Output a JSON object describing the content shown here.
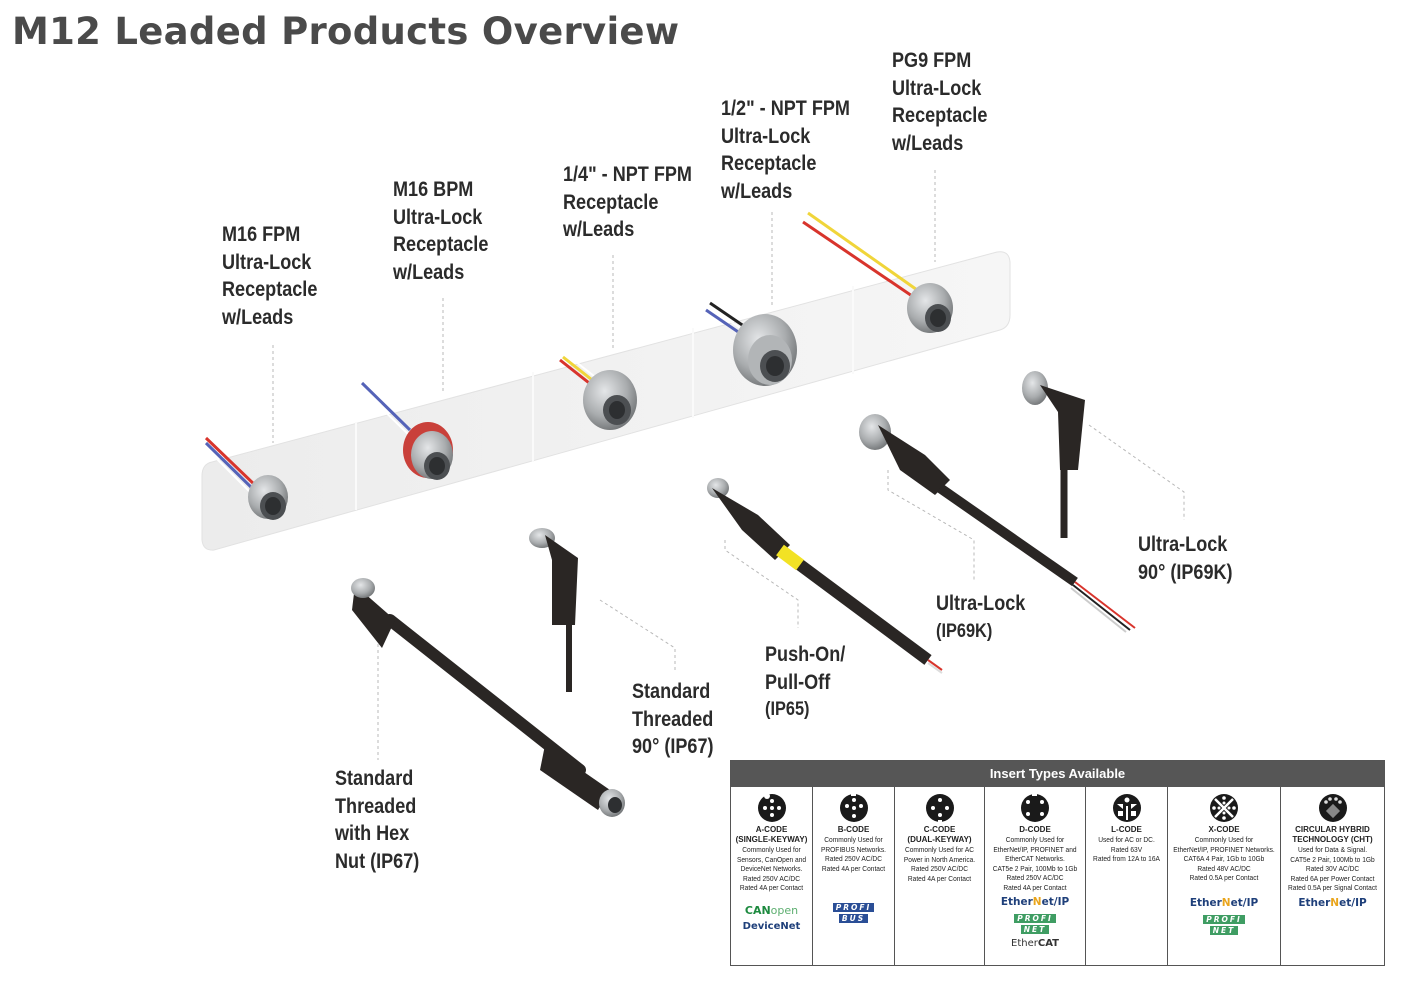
{
  "title": "M12 Leaded Products Overview",
  "receptacles": [
    {
      "lines": [
        "M16 FPM",
        "Ultra-Lock",
        "Receptacle",
        "w/Leads"
      ],
      "lead_colors": [
        "#d8342c",
        "#5563b8",
        "#ffffff"
      ]
    },
    {
      "lines": [
        "M16 BPM",
        "Ultra-Lock",
        "Receptacle",
        "w/Leads"
      ],
      "lead_colors": [
        "#5563b8",
        "#ffffff",
        "#8a8a8a"
      ]
    },
    {
      "lines": [
        "1/4\" - NPT FPM",
        "Receptacle",
        "w/Leads"
      ],
      "lead_colors": [
        "#d8342c",
        "#f0d53a",
        "#ffffff"
      ]
    },
    {
      "lines": [
        "1/2\" - NPT FPM",
        "Ultra-Lock",
        "Receptacle",
        "w/Leads"
      ],
      "lead_colors": [
        "#5563b8",
        "#222222",
        "#ffffff"
      ]
    },
    {
      "lines": [
        "PG9 FPM",
        "Ultra-Lock",
        "Receptacle",
        "w/Leads"
      ],
      "lead_colors": [
        "#d8342c",
        "#f0d53a"
      ]
    }
  ],
  "cables": [
    {
      "lines": [
        "Standard",
        "Threaded",
        "with Hex",
        "Nut (IP67)"
      ]
    },
    {
      "lines": [
        "Standard",
        "Threaded",
        "90° (IP67)"
      ]
    },
    {
      "lines": [
        "Push-On/",
        "Pull-Off",
        "(IP65)"
      ]
    },
    {
      "lines": [
        "Ultra-Lock",
        "(IP69K)"
      ]
    },
    {
      "lines": [
        "Ultra-Lock",
        "90° (IP69K)"
      ]
    }
  ],
  "insert_table": {
    "header": "Insert Types Available",
    "columns": [
      {
        "icon": "a-code-pin-icon",
        "name_lines": [
          "A-CODE",
          "(SINGLE-KEYWAY)"
        ],
        "desc": [
          "Commonly Used for",
          "Sensors, CanOpen and",
          "DeviceNet Networks.",
          "Rated 250V AC/DC",
          "Rated 4A per Contact"
        ],
        "logos": [
          "CANopen",
          "DeviceNet"
        ]
      },
      {
        "icon": "b-code-pin-icon",
        "name_lines": [
          "B-CODE"
        ],
        "desc": [
          "Commonly Used for",
          "PROFIBUS Networks.",
          "Rated 250V AC/DC",
          "Rated 4A per Contact"
        ],
        "logos": [
          "PROFIBUS"
        ]
      },
      {
        "icon": "c-code-pin-icon",
        "name_lines": [
          "C-CODE",
          "(DUAL-KEYWAY)"
        ],
        "desc": [
          "Commonly Used for AC",
          "Power in North America.",
          "Rated 250V AC/DC",
          "Rated 4A per Contact"
        ],
        "logos": []
      },
      {
        "icon": "d-code-pin-icon",
        "name_lines": [
          "D-CODE"
        ],
        "desc": [
          "Commonly Used for",
          "EtherNet/IP, PROFINET and",
          "EtherCAT Networks.",
          "CAT5e 2 Pair, 100Mb to 1Gb",
          "Rated 250V AC/DC",
          "Rated 4A per Contact"
        ],
        "logos": [
          "EtherNet/IP",
          "PROFINET",
          "EtherCAT"
        ]
      },
      {
        "icon": "l-code-pin-icon",
        "name_lines": [
          "L-CODE"
        ],
        "desc": [
          "Used for AC or DC.",
          "Rated 63V",
          "Rated from 12A to 16A"
        ],
        "logos": []
      },
      {
        "icon": "x-code-pin-icon",
        "name_lines": [
          "X-CODE"
        ],
        "desc": [
          "Commonly Used for",
          "EtherNet/IP, PROFINET Networks.",
          "CAT6A 4 Pair, 1Gb to 10Gb",
          "Rated 48V AC/DC",
          "Rated 0.5A per Contact"
        ],
        "logos": [
          "EtherNet/IP",
          "PROFINET"
        ]
      },
      {
        "icon": "cht-pin-icon",
        "name_lines": [
          "CIRCULAR HYBRID",
          "TECHNOLOGY (CHT)"
        ],
        "desc": [
          "Used for Data & Signal.",
          "CAT5e 2 Pair, 100Mb to 1Gb",
          "Rated 30V AC/DC",
          "Rated 6A per Power Contact",
          "Rated 0.5A per Signal Contact"
        ],
        "logos": [
          "EtherNet/IP"
        ]
      }
    ]
  },
  "colors": {
    "title": "#4a4a4a",
    "label": "#2b2b2b",
    "table_header": "#565656",
    "cable": "#2a2624",
    "metal": "#a9acae",
    "push_on_band": "#f2e224",
    "ethernetip_blue": "#1e3f7a",
    "profinet_green": "#3f9d63",
    "profibus_blue": "#2a4e96",
    "canopen_green": "#1d8a3f"
  }
}
